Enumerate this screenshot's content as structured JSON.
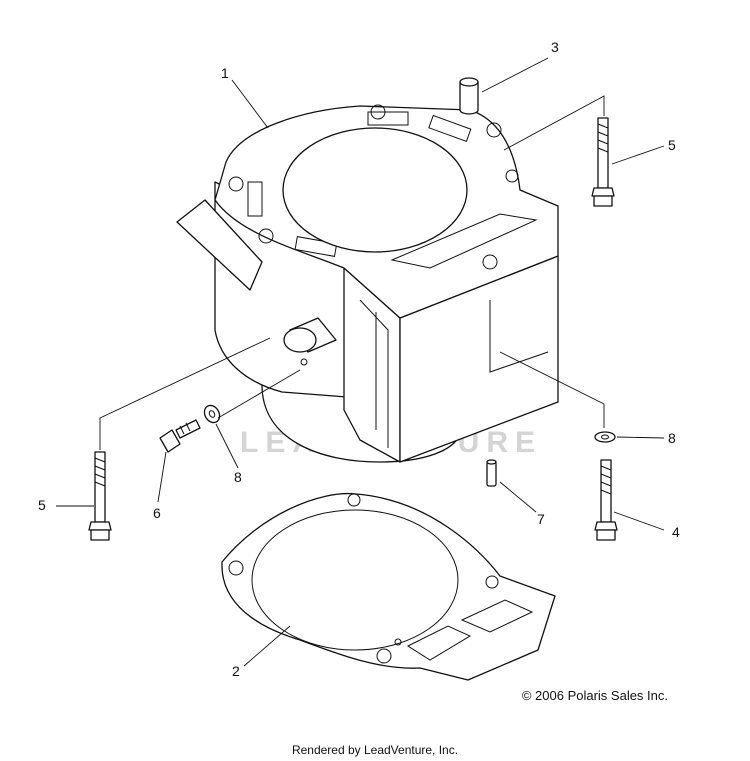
{
  "callouts": {
    "c1": "1",
    "c2": "2",
    "c3": "3",
    "c4": "4",
    "c5a": "5",
    "c5b": "5",
    "c6": "6",
    "c7": "7",
    "c8a": "8",
    "c8b": "8"
  },
  "watermark": "LEADVENTURE",
  "copyright": "© 2006 Polaris Sales Inc.",
  "footer": "Rendered by LeadVenture, Inc."
}
